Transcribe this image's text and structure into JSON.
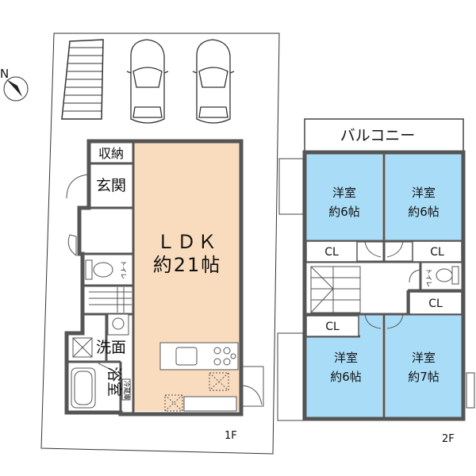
{
  "floor1": {
    "label": "1F",
    "ldk": {
      "name": "ＬＤＫ",
      "size": "約21帖"
    },
    "storage": "収納",
    "entrance": "玄関",
    "toilet": "トイレ",
    "washroom": "洗面",
    "bath": "浴室",
    "fridge": "冷蔵庫"
  },
  "floor2": {
    "label": "2F",
    "balcony": "バルコニー",
    "room_tl": {
      "name": "洋室",
      "size": "約6帖"
    },
    "room_tr": {
      "name": "洋室",
      "size": "約6帖"
    },
    "room_bl": {
      "name": "洋室",
      "size": "約6帖"
    },
    "room_br": {
      "name": "洋室",
      "size": "約7帖"
    },
    "closet": "CL",
    "toilet": "トイレ"
  },
  "compass": {
    "label": "N"
  },
  "colors": {
    "ldk": "#f9dcbe",
    "room": "#a9dcf7",
    "wall": "#4a4a4a"
  }
}
